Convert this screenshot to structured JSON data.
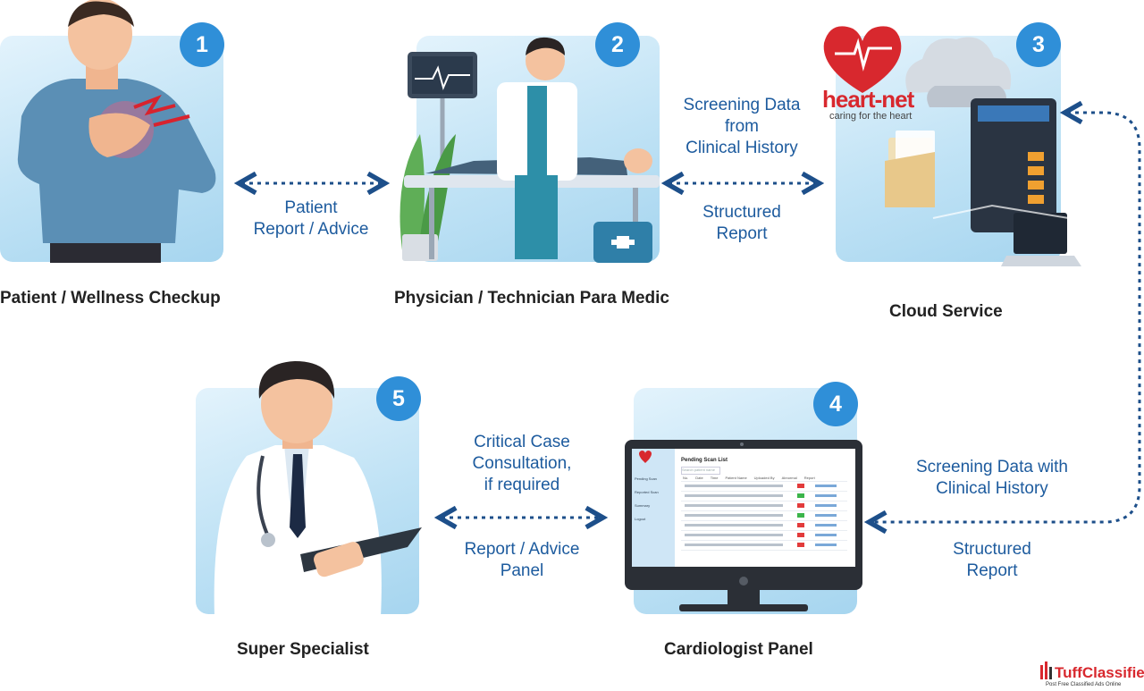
{
  "steps": [
    {
      "number": "1",
      "title": "Patient / Wellness Checkup"
    },
    {
      "number": "2",
      "title": "Physician / Technician Para Medic"
    },
    {
      "number": "3",
      "title": "Cloud Service"
    },
    {
      "number": "4",
      "title": "Cardiologist Panel"
    },
    {
      "number": "5",
      "title": "Super Specialist"
    }
  ],
  "flows": {
    "patient_physician": {
      "line1": "Patient",
      "line2": "Report / Advice"
    },
    "physician_cloud_top": {
      "line1": "Screening Data",
      "line2": "from",
      "line3": "Clinical History"
    },
    "physician_cloud_bottom": {
      "line1": "Structured",
      "line2": "Report"
    },
    "cloud_cardio_top": {
      "line1": "Screening Data with",
      "line2": "Clinical History"
    },
    "cloud_cardio_bottom": {
      "line1": "Structured",
      "line2": "Report"
    },
    "cardio_specialist_top": {
      "line1": "Critical Case",
      "line2": "Consultation,",
      "line3": "if required"
    },
    "cardio_specialist_bottom": {
      "line1": "Report / Advice",
      "line2": "Panel"
    }
  },
  "logo": {
    "name": "heart-net",
    "tagline": "caring for the heart"
  },
  "screen": {
    "title": "Pending Scan List",
    "search_placeholder": "Search patient name",
    "sidebar": [
      "Pending Scan",
      "Reported Scan",
      "Summary",
      "Logout"
    ],
    "columns": [
      "No.",
      "Date",
      "Time",
      "Patient Name",
      "Uploaded By",
      "Abnormal",
      "Report"
    ]
  },
  "watermark": {
    "name": "TuffClassified",
    "tagline": "Post Free Classified Ads Online"
  },
  "colors": {
    "accent": "#2f8fd8",
    "flow_text": "#1d5b9e",
    "arrow": "#1d4f8a",
    "logo_red": "#d8282e"
  }
}
